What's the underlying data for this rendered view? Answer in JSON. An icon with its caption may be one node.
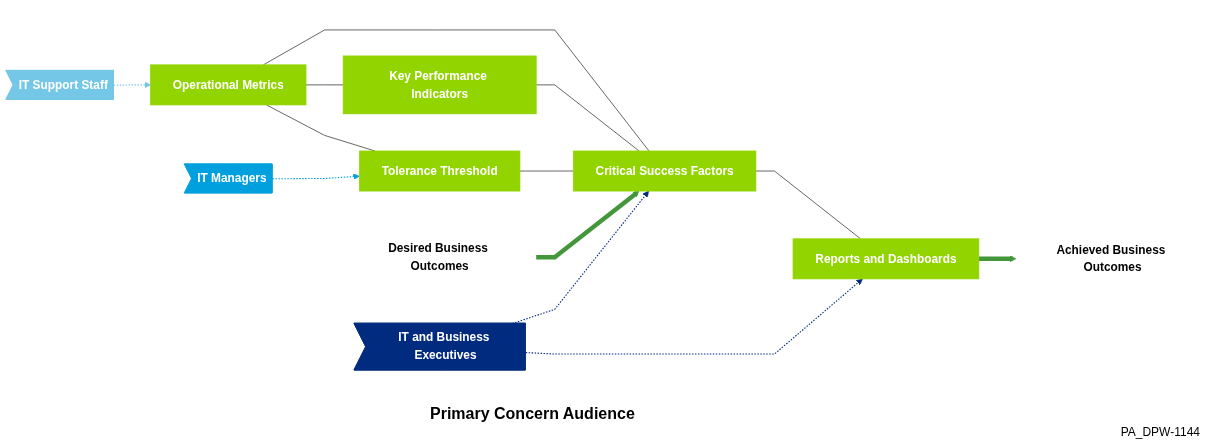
{
  "diagram": {
    "nodes": [
      {
        "text": [
          "Operational Metrics"
        ]
      },
      {
        "text": [
          "Key Performance Indicators"
        ]
      },
      {
        "text": [
          "Tolerance Threshold"
        ]
      },
      {
        "text": [
          "Critical Success Factors"
        ]
      },
      {
        "text": [
          "Reports and Dashboards"
        ]
      },
      {
        "text": [
          "Desired Business Outcomes"
        ]
      },
      {
        "text": [
          "Achieved Business Outcomes"
        ]
      },
      {
        "text": [
          "IT Support Staff"
        ]
      },
      {
        "text": [
          "IT Managers"
        ]
      },
      {
        "text": [
          "IT and Business Executives"
        ]
      }
    ],
    "edges": [
      {
        "from": 0,
        "to": 1,
        "arrow": "none"
      },
      {
        "from": 0,
        "to": 2,
        "arrow": "none"
      },
      {
        "from": 0,
        "to": 3,
        "arrow": "none"
      },
      {
        "from": 1,
        "to": 3,
        "arrow": "none"
      },
      {
        "from": 2,
        "to": 3,
        "arrow": "none"
      },
      {
        "from": 3,
        "to": 4,
        "arrow": "none"
      },
      {
        "from": 5,
        "to": 3,
        "arrow": "to",
        "style": "thick",
        "color": "#43963a"
      },
      {
        "from": 4,
        "to": 6,
        "arrow": "to",
        "style": "thick",
        "color": "#43963a"
      },
      {
        "from": 7,
        "to": 0,
        "arrow": "to",
        "style": "dashed",
        "color": "#74c7e6"
      },
      {
        "from": 8,
        "to": 2,
        "arrow": "to",
        "style": "dashed",
        "color": "#00a0df"
      },
      {
        "from": 9,
        "to": 3,
        "arrow": "to",
        "style": "dashed",
        "color": "#002b7f"
      },
      {
        "from": 9,
        "to": 4,
        "arrow": "to",
        "style": "dashed",
        "color": "#002b7f"
      }
    ],
    "labels": [
      "Primary Concern Audience",
      "PA_DPW-1144"
    ]
  }
}
